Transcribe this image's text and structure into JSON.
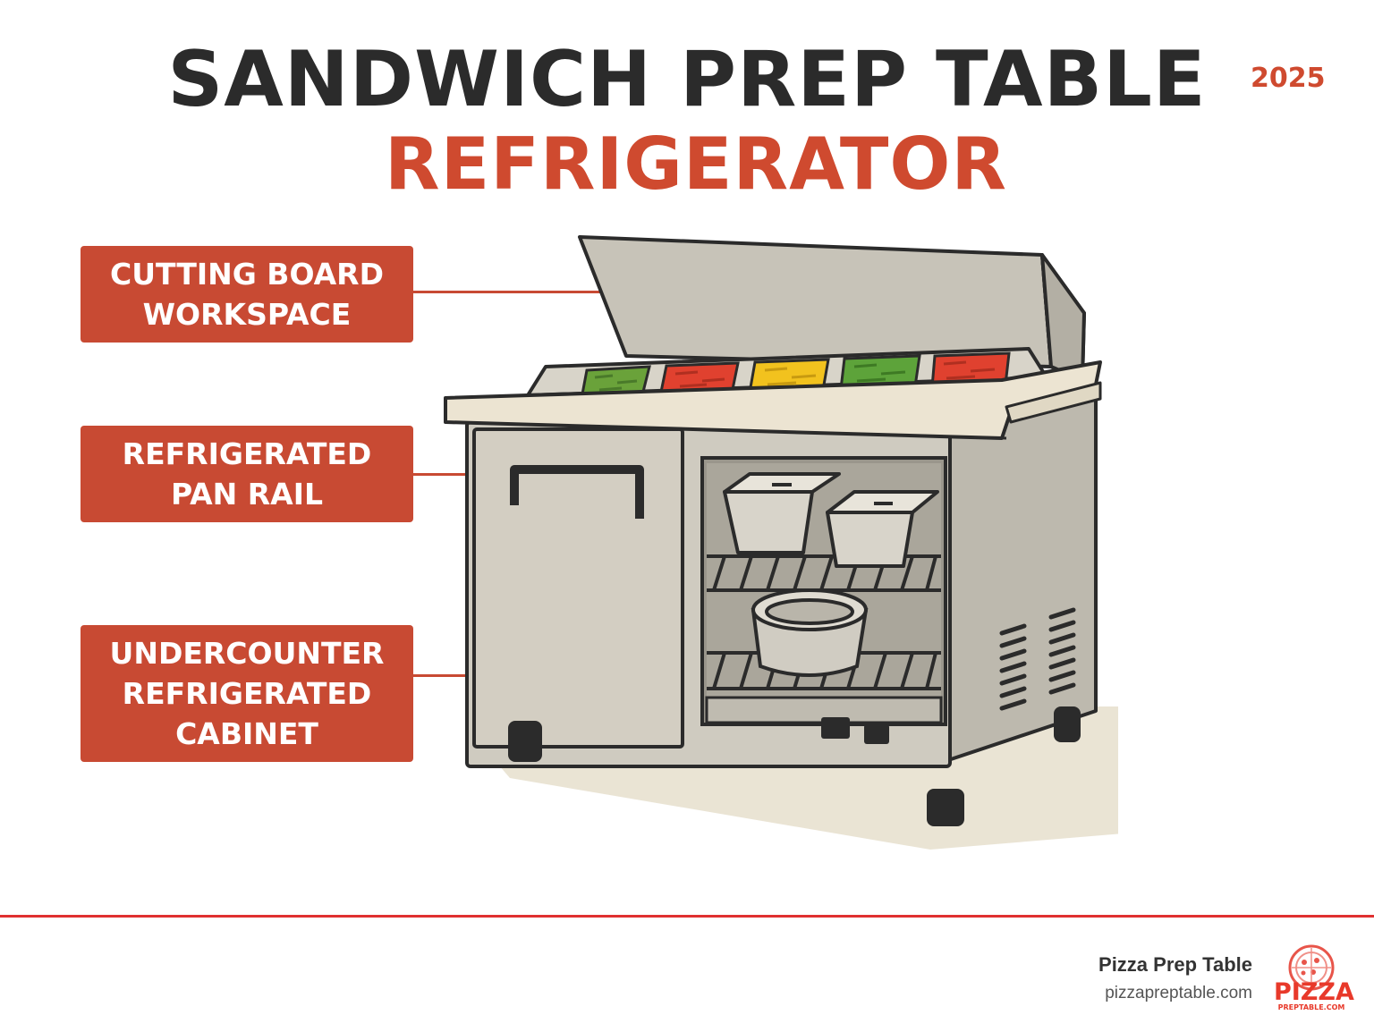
{
  "title": {
    "line1": "SANDWICH PREP TABLE",
    "line2": "REFRIGERATOR",
    "year": "2025"
  },
  "labels": [
    {
      "line1": "CUTTING BOARD",
      "line2": "WORKSPACE"
    },
    {
      "line1": "REFRIGERATED",
      "line2": "PAN RAIL"
    },
    {
      "line1": "UNDERCOUNTER",
      "line2": "REFRIGERATED",
      "line3": "CABINET"
    }
  ],
  "footer": {
    "brand_name": "Pizza Prep Table",
    "url": "pizzapreptable.com",
    "logo_text": "PIZZA",
    "logo_subtext": "PREPTABLE.COM"
  },
  "colors": {
    "accent_red": "#c84a33",
    "title_dark": "#2b2b2b",
    "footer_rule": "#e03030",
    "steel": "#cfcbc0",
    "ingredient_green": "#7cbf3a",
    "ingredient_red": "#e0412f",
    "ingredient_yellow": "#f2c21e"
  }
}
